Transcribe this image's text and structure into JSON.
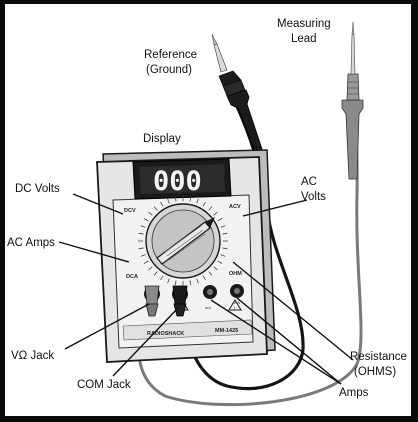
{
  "labels": {
    "measuring_lead": [
      "Measuring",
      "Lead"
    ],
    "reference": [
      "Reference",
      "(Ground)"
    ],
    "display": "Display",
    "dc_volts": "DC Volts",
    "ac_volts": [
      "AC",
      "Volts"
    ],
    "ac_amps": "AC Amps",
    "v_ohm_jack": "VΩ Jack",
    "com_jack": "COM Jack",
    "resistance": [
      "Resistance",
      "(OHMS)"
    ],
    "amps": "Amps"
  },
  "meter": {
    "display_value": "000",
    "dcv_label": "DCV",
    "acv_label": "ACV",
    "dca_label": "DCA",
    "ohm_label": "OHM",
    "brand": "RADIOSHACK",
    "model": "MM-1425",
    "jack_10a": "10A",
    "jack_ma": "mA"
  },
  "colors": {
    "frame": "#0a0a0a",
    "background": "#ffffff",
    "meter_body": "#e6e6e6",
    "meter_outline": "#1a1a1a",
    "display": "#1a1a1a",
    "black_lead": "#1c1c1c",
    "gray_lead": "#8a8a8a"
  }
}
